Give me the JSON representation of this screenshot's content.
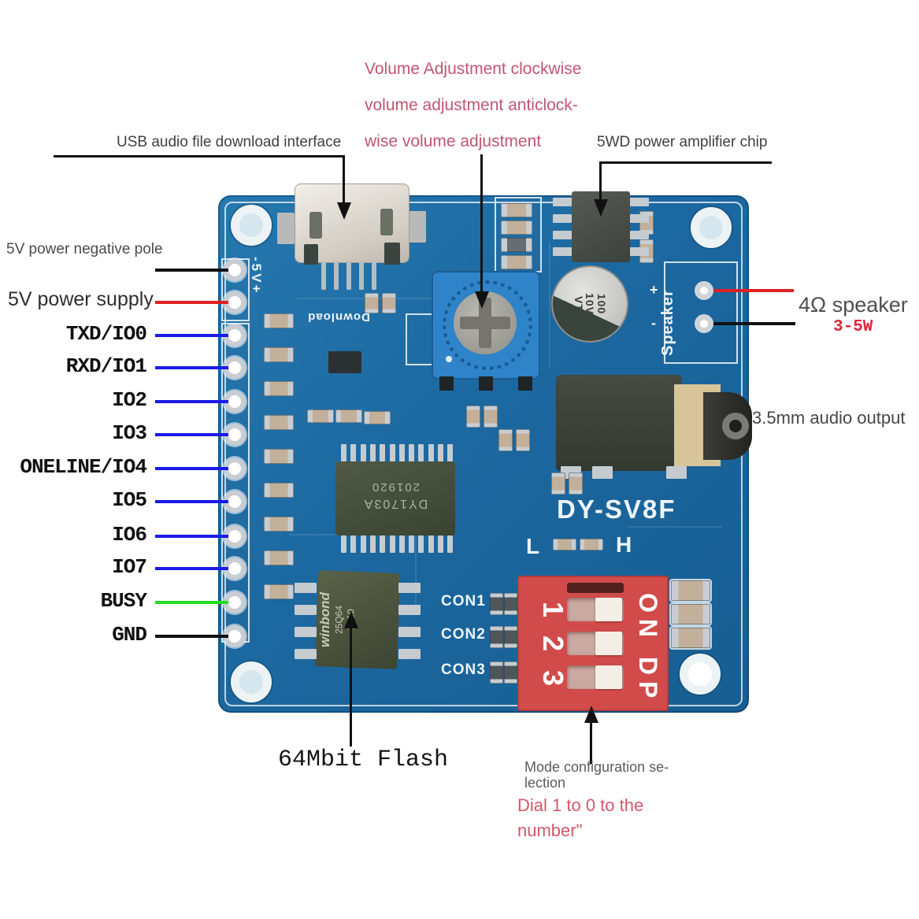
{
  "colors": {
    "pcb_blue": "#1d6ca3",
    "dip_red": "#d24b4b",
    "annotation_pink": "#c25571",
    "dial_pink": "#d4566a",
    "power_red": "#e0263c",
    "label_gray": "#4b4b4b",
    "wire_blue": "#1a1ae8",
    "wire_green": "#22dd22",
    "wire_red": "#e02020",
    "wire_black": "#111111"
  },
  "annotations": {
    "usb_label": "USB audio file download interface",
    "volume_label_line1": "Volume Adjustment clockwise",
    "volume_label_line2": "volume adjustment anticlock-",
    "volume_label_line3": "wise volume adjustment",
    "amp_label": "5WD power amplifier chip",
    "speaker_label": "4Ω speaker",
    "speaker_power_label": "3-5W",
    "audio_output_label": "3.5mm audio output",
    "flash_label": "64Mbit Flash",
    "mode_label_line1": "Mode configuration se-",
    "mode_label_line2": "lection",
    "dial_label_line1": "Dial 1 to 0 to the",
    "dial_label_line2": "number\""
  },
  "pins": [
    {
      "label": "5V power negative pole",
      "wire_color": "#111111"
    },
    {
      "label": "5V power supply",
      "wire_color": "#e02020"
    },
    {
      "label": "TXD/IO0",
      "wire_color": "#1a1ae8"
    },
    {
      "label": "RXD/IO1",
      "wire_color": "#1a1ae8"
    },
    {
      "label": "IO2",
      "wire_color": "#1a1ae8"
    },
    {
      "label": "IO3",
      "wire_color": "#1a1ae8"
    },
    {
      "label": "ONELINE/IO4",
      "wire_color": "#1a1ae8"
    },
    {
      "label": "IO5",
      "wire_color": "#1a1ae8"
    },
    {
      "label": "IO6",
      "wire_color": "#1a1ae8"
    },
    {
      "label": "IO7",
      "wire_color": "#1a1ae8"
    },
    {
      "label": "BUSY",
      "wire_color": "#22dd22"
    },
    {
      "label": "GND",
      "wire_color": "#111111"
    }
  ],
  "board": {
    "model_silk": "DY-SV8F",
    "low_silk": "L",
    "high_silk": "H",
    "con_silk": [
      "CON1",
      "CON2",
      "CON3"
    ],
    "dip_numbers": [
      "1",
      "2",
      "3"
    ],
    "dip_on_label": "ON DP",
    "speaker_silk": "Speaker",
    "speaker_plus_silk": "+",
    "speaker_minus_silk": "-",
    "download_silk": "Download",
    "pin_header_silk": "-5V+",
    "main_chip_text": [
      "DY1703A",
      "201920"
    ],
    "flash_chip_text": [
      "winbond",
      "25Q64",
      "1710"
    ],
    "capacitor_text": [
      "100",
      "10V",
      "VT"
    ]
  }
}
